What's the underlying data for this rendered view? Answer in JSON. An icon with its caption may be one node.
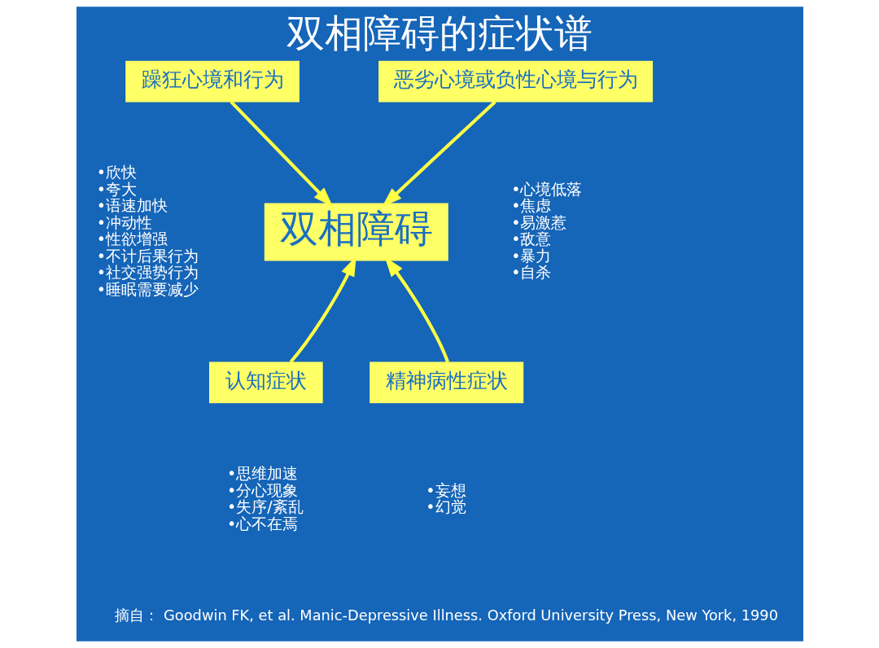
{
  "diagram": {
    "title": "双相障碍的症状谱",
    "nodes": [
      {
        "text": [
          "躁狂心境和行为"
        ],
        "beside": [
          "•欣快",
          "•夸大",
          "•语速加快",
          "•冲动性",
          "•性欲增强",
          "•不计后果行为",
          "•社交强势行为",
          "•睡眠需要减少"
        ]
      },
      {
        "text": [
          "恶劣心境或负性心境与行为"
        ],
        "beside": [
          "•心境低落",
          "•焦虑",
          "•易激惹",
          "•敌意",
          "•暴力",
          "•自杀"
        ]
      },
      {
        "text": [
          "双相障碍"
        ]
      },
      {
        "text": [
          "认知症状"
        ],
        "beside": [
          "•思维加速",
          "•分心现象",
          "•失序/紊乱",
          "•心不在焉"
        ]
      },
      {
        "text": [
          "精神病性症状"
        ],
        "beside": [
          "•妄想",
          "•幻觉"
        ]
      }
    ],
    "edges": [
      {
        "from": 0,
        "to": 2,
        "arrow": "to"
      },
      {
        "from": 1,
        "to": 2,
        "arrow": "to"
      },
      {
        "from": 4,
        "to": 2,
        "arrow": "to"
      },
      {
        "from": 3,
        "to": 2,
        "arrow": "to"
      }
    ],
    "labels": [
      "摘自： Goodwin FK, et al. Manic-Depressive Illness. Oxford University Press, New York, 1990"
    ]
  }
}
